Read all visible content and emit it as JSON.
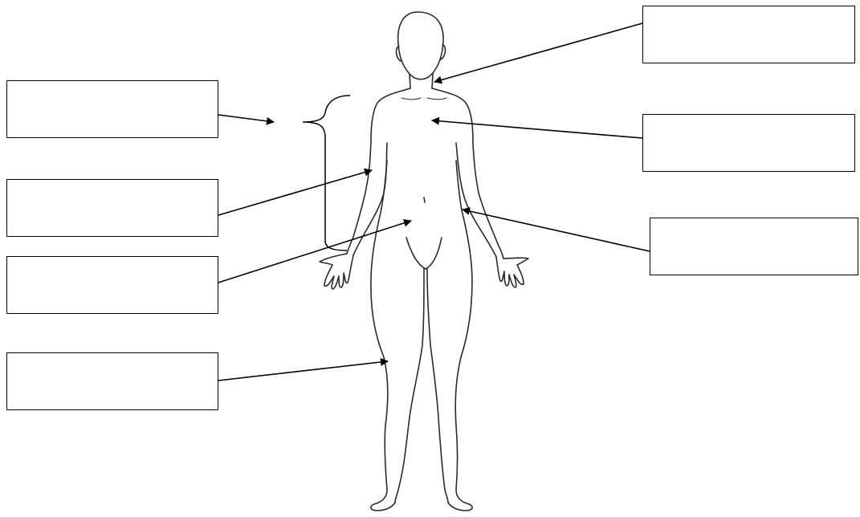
{
  "diagram": {
    "type": "body-labeling-worksheet",
    "subject": "human-body-front-view",
    "label_boxes": [
      {
        "id": "box-neck",
        "text": ""
      },
      {
        "id": "box-chest",
        "text": ""
      },
      {
        "id": "box-side-waist",
        "text": ""
      },
      {
        "id": "box-trunk-bracket",
        "text": ""
      },
      {
        "id": "box-upper-arm",
        "text": ""
      },
      {
        "id": "box-abdomen",
        "text": ""
      },
      {
        "id": "box-thigh",
        "text": ""
      }
    ],
    "colors": {
      "line": "#000000",
      "background": "#ffffff",
      "outline": "#2a2a2a"
    }
  }
}
